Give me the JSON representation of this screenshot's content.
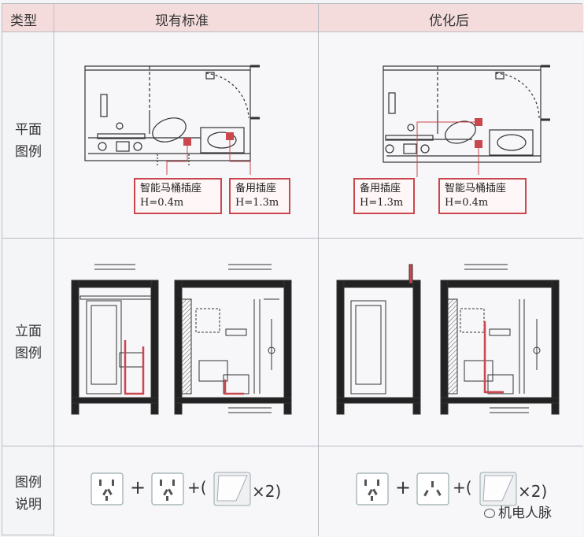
{
  "table": {
    "headers": [
      "类型",
      "现有标准",
      "优化后"
    ],
    "rows": [
      {
        "label_line1": "平面",
        "label_line2": "图例"
      },
      {
        "label_line1": "立面",
        "label_line2": "图例"
      },
      {
        "label_line1": "图例",
        "label_line2": "说明"
      }
    ]
  },
  "plan": {
    "current": {
      "callout_a_title": "智能马桶插座",
      "callout_a_height": "H=0.4m",
      "callout_b_title": "备用插座",
      "callout_b_height": "H=1.3m"
    },
    "optimized": {
      "callout_a_title": "备用插座",
      "callout_a_height": "H=1.3m",
      "callout_b_title": "智能马桶插座",
      "callout_b_height": "H=0.4m"
    }
  },
  "legend": {
    "plus": "+",
    "suffix_open": "+(",
    "suffix_close": "×2)"
  },
  "watermark": "机电人脉",
  "colors": {
    "accent_red": "#c9474d",
    "header_bg": "#f5dcdc"
  }
}
